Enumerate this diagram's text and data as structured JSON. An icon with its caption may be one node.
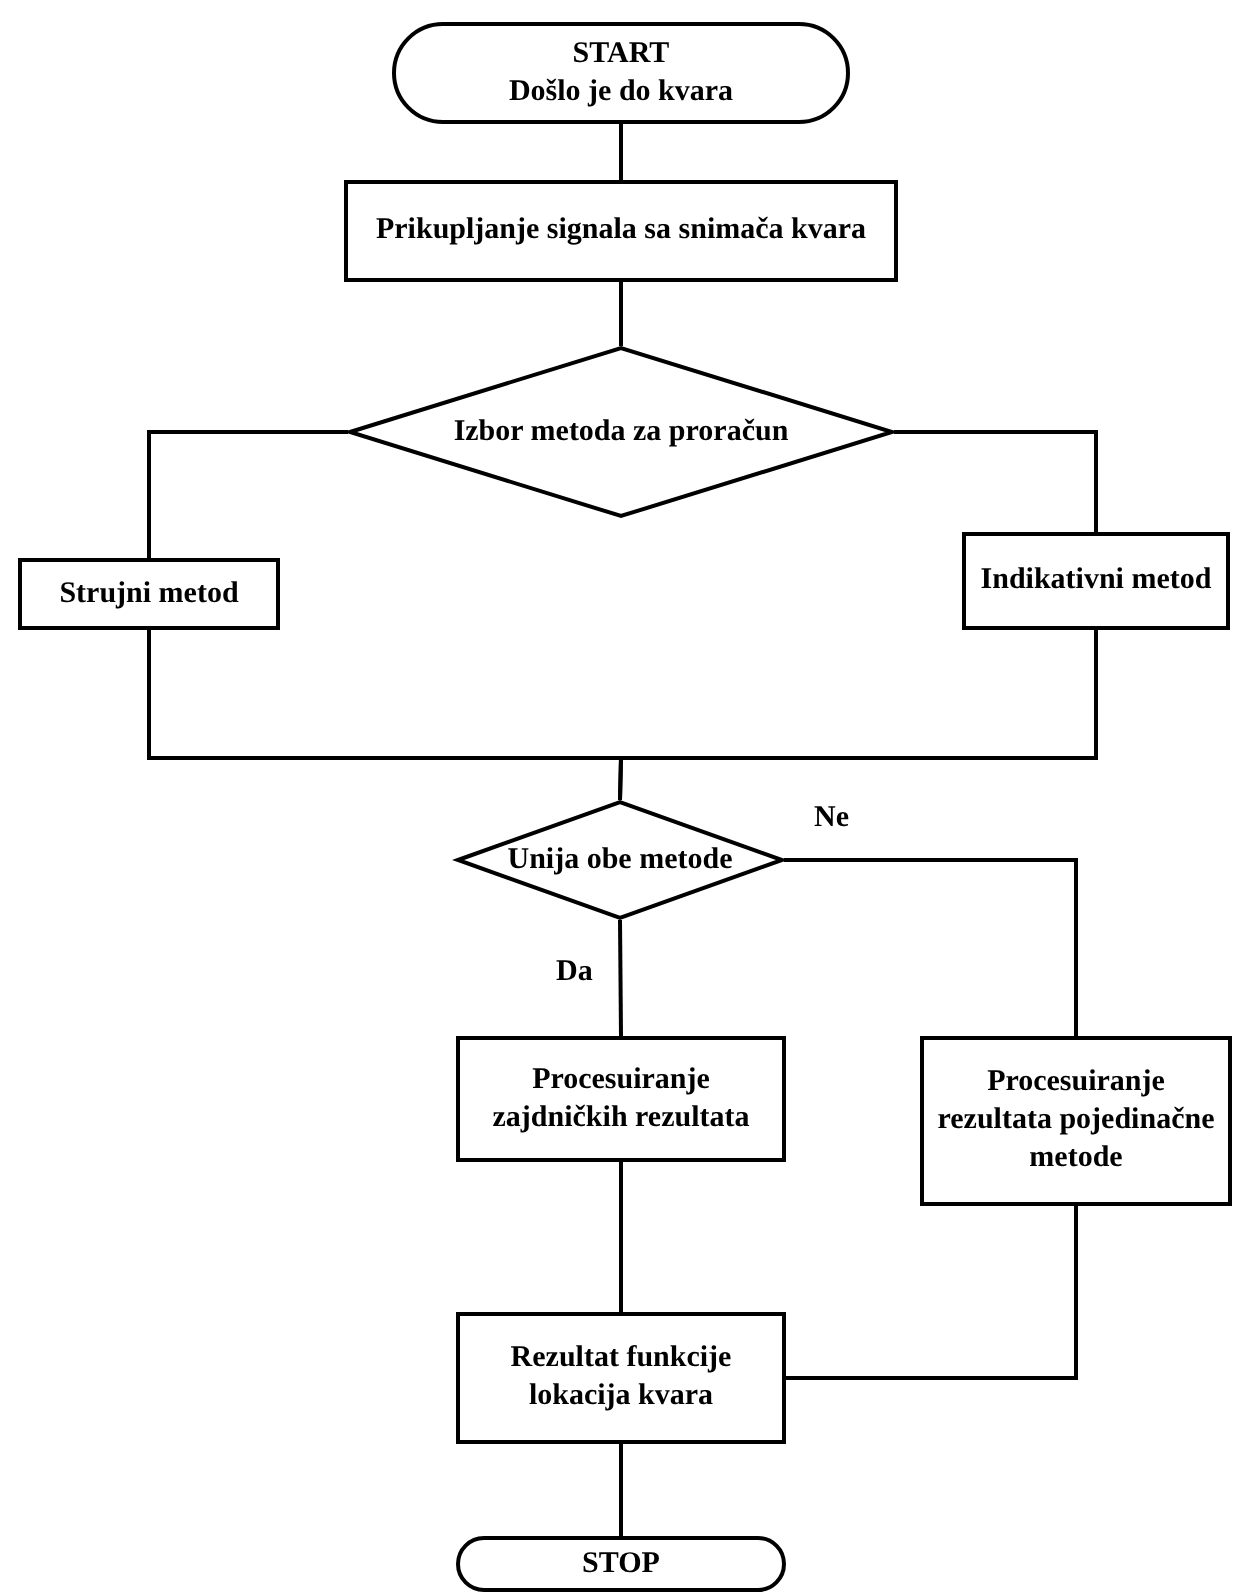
{
  "diagram": {
    "nodes": [
      {
        "text": [
          "START",
          "Došlo je do kvara"
        ]
      },
      {
        "text": [
          "Prikupljanje signala sa snimača kvara"
        ]
      },
      {
        "text": [
          "Izbor metoda za proračun"
        ]
      },
      {
        "text": [
          "Strujni metod"
        ]
      },
      {
        "text": [
          "Indikativni metod"
        ]
      },
      {
        "text": [
          "Unija obe metode"
        ]
      },
      {
        "text": [
          "Procesuiranje zajdničkih rezultata"
        ]
      },
      {
        "text": [
          "Procesuiranje rezultata pojedinačne metode"
        ]
      },
      {
        "text": [
          "Rezultat funkcije lokacija kvara"
        ]
      },
      {
        "text": [
          "STOP"
        ]
      }
    ],
    "edges": [
      {
        "from": 0,
        "to": 1,
        "arrow": "none"
      },
      {
        "from": 1,
        "to": 2,
        "arrow": "none"
      },
      {
        "from": 2,
        "to": 3,
        "arrow": "none"
      },
      {
        "from": 2,
        "to": 4,
        "arrow": "none"
      },
      {
        "from": 3,
        "to": 5,
        "arrow": "none"
      },
      {
        "from": 4,
        "to": 5,
        "arrow": "none"
      },
      {
        "from": 5,
        "to": 6,
        "arrow": "none",
        "label": "Da"
      },
      {
        "from": 5,
        "to": 7,
        "arrow": "none",
        "label": "Ne"
      },
      {
        "from": 6,
        "to": 8,
        "arrow": "none"
      },
      {
        "from": 7,
        "to": 8,
        "arrow": "none"
      },
      {
        "from": 8,
        "to": 9,
        "arrow": "none"
      }
    ]
  }
}
